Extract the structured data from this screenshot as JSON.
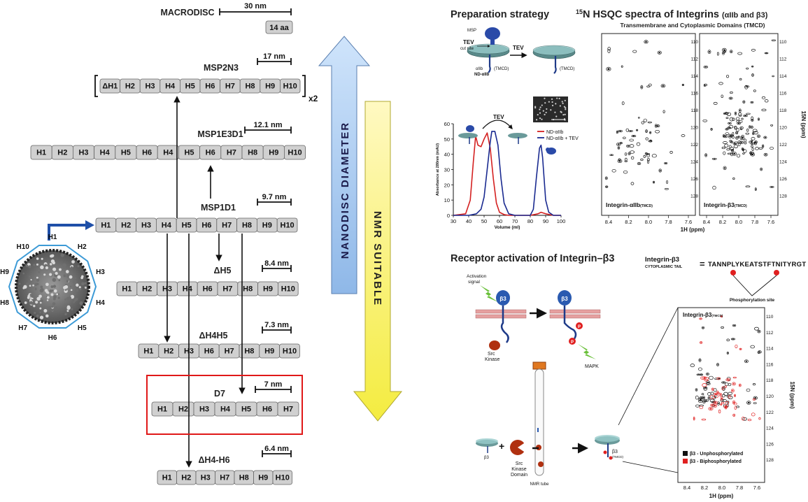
{
  "left_panel": {
    "macrodisc": {
      "name": "MACRODISC",
      "scale": "30 nm",
      "badge": "14 aa"
    },
    "constructs": [
      {
        "name": "MSP2N3",
        "scale": "17 nm",
        "multiplier": "x2",
        "segments": [
          "ΔH1",
          "H2",
          "H3",
          "H4",
          "H5",
          "H6",
          "H7",
          "H8",
          "H9",
          "H10"
        ]
      },
      {
        "name": "MSP1E3D1",
        "scale": "12.1 nm",
        "segments": [
          "H1",
          "H2",
          "H3",
          "H4",
          "H5",
          "H6",
          "H4",
          "H5",
          "H6",
          "H7",
          "H8",
          "H9",
          "H10"
        ]
      },
      {
        "name": "MSP1D1",
        "scale": "9.7 nm",
        "segments": [
          "H1",
          "H2",
          "H3",
          "H4",
          "H5",
          "H6",
          "H7",
          "H8",
          "H9",
          "H10"
        ]
      },
      {
        "name": "ΔH5",
        "scale": "8.4 nm",
        "segments": [
          "H1",
          "H2",
          "H3",
          "H4",
          "H6",
          "H7",
          "H8",
          "H9",
          "H10"
        ]
      },
      {
        "name": "ΔH4H5",
        "scale": "7.3 nm",
        "segments": [
          "H1",
          "H2",
          "H3",
          "H6",
          "H7",
          "H8",
          "H9",
          "H10"
        ]
      },
      {
        "name": "D7",
        "scale": "7 nm",
        "segments": [
          "H1",
          "H2",
          "H3",
          "H4",
          "H5",
          "H6",
          "H7"
        ]
      },
      {
        "name": "ΔH4-H6",
        "scale": "6.4 nm",
        "segments": [
          "H1",
          "H2",
          "H3",
          "H7",
          "H8",
          "H9",
          "H10"
        ]
      }
    ],
    "disc_labels": [
      "H1",
      "H2",
      "H3",
      "H4",
      "H5",
      "H6",
      "H7",
      "H8",
      "H9",
      "H10"
    ]
  },
  "arrows": {
    "diameter": "NANODISC   DIAMETER",
    "nmr": "NMR   SUITABLE"
  },
  "prep": {
    "title": "Preparation strategy",
    "msp": "MSP",
    "tev_site": [
      "TEV",
      "cut site"
    ],
    "tev": "TEV",
    "nd_aiib": "ND-αIIb",
    "aiib": "αIIb",
    "tmcd": "(TMCD)",
    "legend": [
      "ND-αIIb",
      "ND-αIIb + TEV"
    ],
    "ylabel": "Absorbance at 280nm (mAU)",
    "xlabel": "Volume (ml)"
  },
  "chart_data": {
    "type": "line",
    "xlabel": "Volume (ml)",
    "ylabel": "Absorbance at 280nm (mAU)",
    "xlim": [
      30,
      100
    ],
    "ylim": [
      0,
      60
    ],
    "xticks": [
      30,
      40,
      50,
      60,
      70,
      80,
      90,
      100
    ],
    "yticks": [
      0,
      10,
      20,
      30,
      40,
      50,
      60
    ],
    "series": [
      {
        "name": "ND-αIIb",
        "color": "#d42020",
        "x": [
          30,
          38,
          41,
          43,
          44.5,
          46,
          48,
          50,
          52,
          54,
          56,
          58,
          60,
          63,
          66,
          70,
          80,
          85,
          87,
          90,
          95,
          100
        ],
        "y": [
          0,
          1,
          10,
          35,
          52,
          46,
          45,
          50,
          54,
          44,
          24,
          8,
          2,
          0.5,
          0,
          0,
          0,
          1,
          2,
          1,
          0,
          0
        ]
      },
      {
        "name": "ND-αIIb + TEV",
        "color": "#1a2a90",
        "x": [
          30,
          40,
          45,
          48,
          50,
          52,
          54,
          55,
          57,
          59,
          61,
          63,
          66,
          70,
          75,
          80,
          82,
          84,
          86,
          87,
          88,
          90,
          92,
          95,
          100
        ],
        "y": [
          0,
          0,
          1,
          4,
          12,
          30,
          48,
          55,
          55,
          46,
          24,
          8,
          1,
          0,
          0,
          0,
          4,
          25,
          44,
          46,
          38,
          10,
          2,
          0,
          0
        ]
      }
    ]
  },
  "hsqc": {
    "title_sup": "15",
    "title_main": "N HSQC spectra of Integrins",
    "title_paren": "(αIIb and β3)",
    "subtitle": "Transmembrane and Cytoplasmic Domains  (TMCD)",
    "label_a": "Integrin-αIIb",
    "label_a_sub": "(TMCD)",
    "label_b": "Integrin-β3",
    "label_b_sub": "(TMCD)",
    "ylabel": "15N (ppm)",
    "xlabel": "1H (ppm)",
    "xticks": [
      "8.4",
      "8.2",
      "8.0",
      "7.8",
      "7.6"
    ],
    "yticks": [
      "110",
      "112",
      "114",
      "116",
      "118",
      "120",
      "122",
      "124",
      "126",
      "128"
    ]
  },
  "activation": {
    "title": "Receptor activation of Integrin–β3",
    "integrin_label": "Integrin-β3",
    "cyto_tail": "CYTOPLASMIC TAIL",
    "equals": "=",
    "sequence": "TANNPLYKEATSTFTNITYRGT",
    "phospho_site": "Phosphorylation site",
    "activation_signal": [
      "Activation",
      "signal"
    ],
    "src_kinase": [
      "Src",
      "Kinase"
    ],
    "mapk": "MAPK",
    "b3": "β3",
    "p": "P",
    "plus": "+",
    "src_domain": [
      "Src",
      "Kinase",
      "Domain"
    ],
    "nmr_tube": "NMR tube",
    "b3_tmcd": "(TMCD)",
    "legend": [
      "β3 - Unphosphorylated",
      "β3 - Biphosphorylated"
    ],
    "legend_colors": [
      "#111111",
      "#e02020"
    ],
    "spec_label": "Integrin-β3",
    "spec_label_sub": "(TMCD)"
  }
}
